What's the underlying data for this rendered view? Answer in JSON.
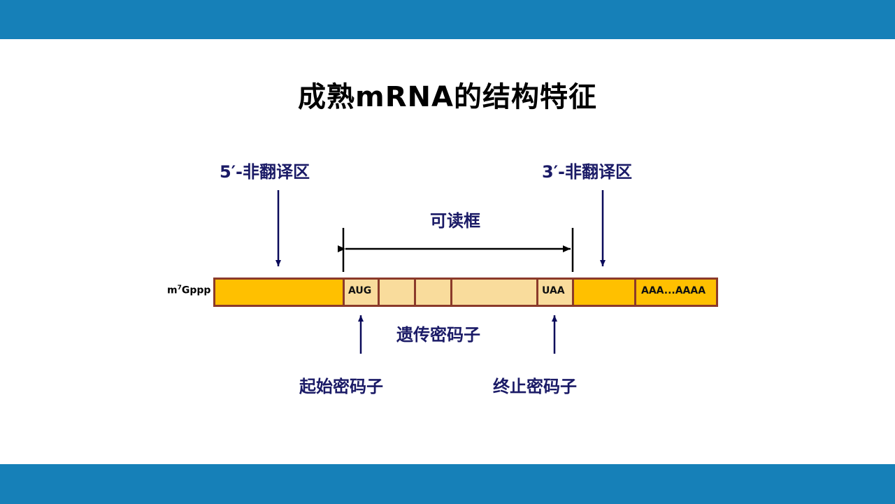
{
  "slide": {
    "title": "成熟mRNA的结构特征"
  },
  "diagram": {
    "utr5": "5′-非翻译区",
    "utr3": "3′-非翻译区",
    "orf": "可读框",
    "codon": "遗传密码子",
    "start_codon_label": "起始密码子",
    "stop_codon_label": "终止密码子",
    "cap_prefix": "m",
    "cap_sup": "7",
    "cap_suffix": "Gppp",
    "start_codon": "AUG",
    "stop_codon": "UAA",
    "polya": "AAA...AAAA",
    "colors": {
      "band": "#1680b8",
      "utr_fill": "#ffc000",
      "coding_fill": "#f9dc9c",
      "border": "#8b3a2a",
      "label": "#1a1a66",
      "arrow": "#0a0a5a"
    }
  }
}
